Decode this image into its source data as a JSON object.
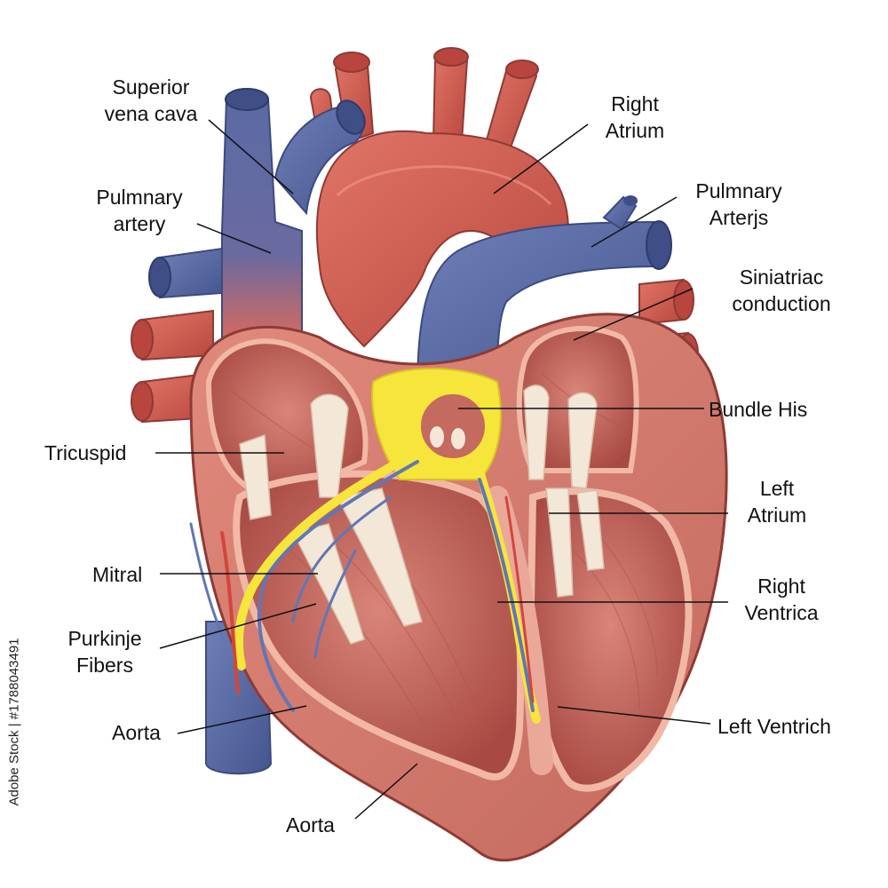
{
  "colors": {
    "artery_red": "#d4574e",
    "vein_blue": "#5869a3",
    "muscle": "#c8675c",
    "endocardium": "#f2c3b3",
    "conduction_yellow": "#f6e53a",
    "valve": "#f3e7d8",
    "leader_line": "#111111"
  },
  "labels": {
    "superior_vena_cava": [
      "Superior",
      "vena cava"
    ],
    "pulmnary_artery": [
      "Pulmnary",
      "artery"
    ],
    "right_atrium": [
      "Right",
      "Atrium"
    ],
    "pulmnary_arterjs": [
      "Pulmnary",
      "Arterjs"
    ],
    "siniatriac_conduction": [
      "Siniatriac",
      "conduction"
    ],
    "bundle_his": "Bundle His",
    "tricuspid": "Tricuspid",
    "left_atrium": [
      "Left",
      "Atrium"
    ],
    "mitral": "Mitral",
    "right_ventrica": [
      "Right",
      "Ventrica"
    ],
    "purkinje_fibers": [
      "Purkinje",
      "Fibers"
    ],
    "aorta_left": "Aorta",
    "left_ventrich": "Left Ventrich",
    "aorta_bottom": "Aorta"
  },
  "stock_id": "Adobe Stock | #1788043491"
}
